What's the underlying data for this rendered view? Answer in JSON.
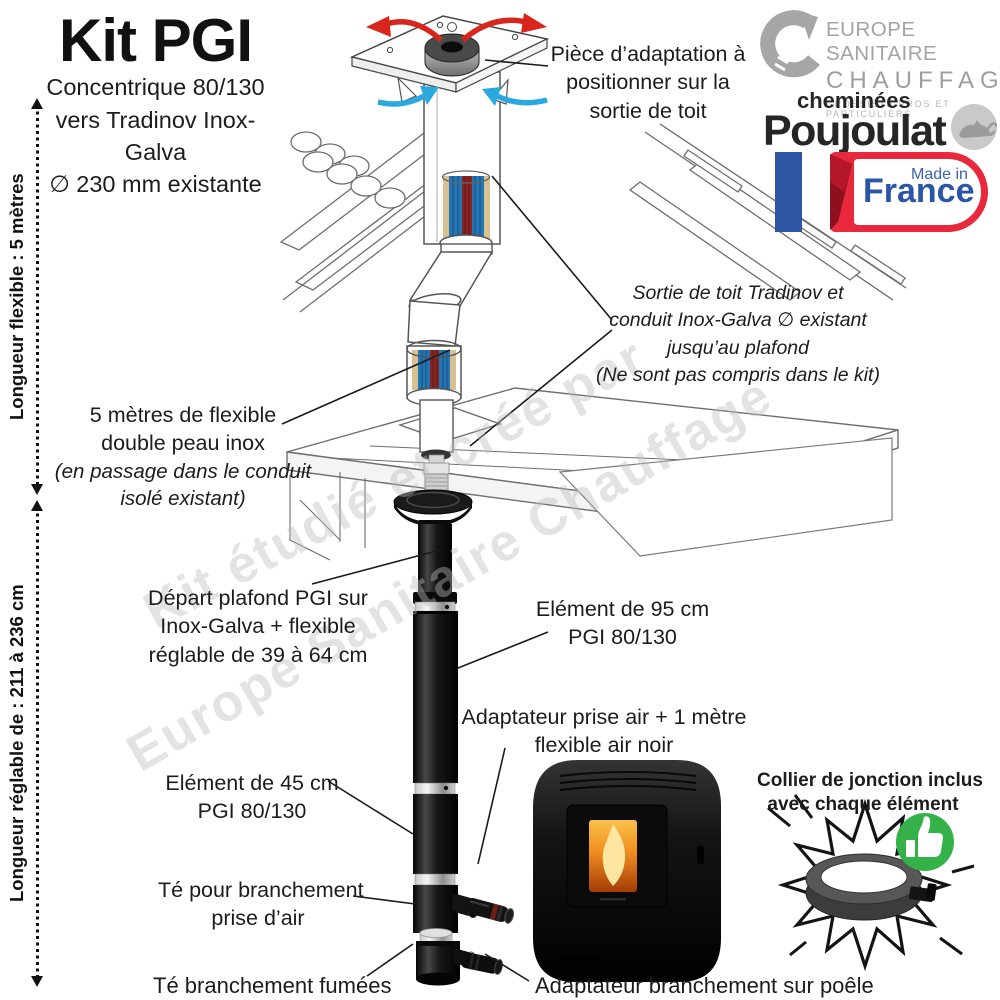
{
  "title": {
    "main": "Kit PGI",
    "sub1": "Concentrique 80/130",
    "sub2": "vers Tradinov Inox-Galva",
    "sub3": "∅ 230 mm existante"
  },
  "dimensions": {
    "flexible": "Longueur flexible : 5 mètres",
    "reglable": "Longueur réglable de : 211 à 236 cm"
  },
  "logos": {
    "esc": {
      "l1": "EUROPE SANITAIRE",
      "l2": "CHAUFFAGE",
      "l3": "GROSSISTE PROS ET PARTICULIERS"
    },
    "poujoulat": {
      "top": "cheminées",
      "main": "Poujoulat"
    },
    "mif": {
      "l1": "Made in",
      "l2": "France"
    }
  },
  "annotations": {
    "piece_adaptation": {
      "l1": "Pièce d’adaptation à",
      "l2": "positionner sur la",
      "l3": "sortie de toit"
    },
    "sortie_toit": {
      "l1": "Sortie de toit Tradinov et",
      "l2": "conduit Inox-Galva ∅ existant",
      "l3": "jusqu’au plafond",
      "l4": "(Ne sont pas compris dans le kit)"
    },
    "flexible5m": {
      "l1": "5 mètres de flexible",
      "l2": "double peau inox",
      "l3": "(en passage dans le conduit",
      "l4": "isolé existant)"
    },
    "depart_plafond": {
      "l1": "Départ plafond PGI sur",
      "l2": "Inox-Galva + flexible",
      "l3": "réglable de 39 à 64 cm"
    },
    "element95": {
      "l1": "Elément de 95 cm",
      "l2": "PGI 80/130"
    },
    "adaptateur_air": {
      "l1": "Adaptateur prise air + 1 mètre",
      "l2": "flexible air noir"
    },
    "element45": {
      "l1": "Elément de 45 cm",
      "l2": "PGI 80/130"
    },
    "te_air": {
      "l1": "Té pour branchement",
      "l2": "prise d’air"
    },
    "te_fumees": {
      "l1": "Té branchement fumées"
    },
    "adaptateur_poele": {
      "l1": "Adaptateur branchement sur poêle"
    },
    "collier": {
      "l1": "Collier de jonction inclus",
      "l2": "avec chaque élément"
    }
  },
  "watermark": {
    "l1": "Kit étudié et créé par",
    "l2": "Europe Sanitaire Chauffage"
  },
  "colors": {
    "rotation_arrow_red": "#d9261c",
    "air_arrow_blue": "#2aa9e1",
    "thumbs_up_green": "#35b14a",
    "mif_blue": "#2b55a7",
    "mif_red": "#e8283b",
    "flex_blue": "#2276b5",
    "flex_red": "#8a221d",
    "flex_beige": "#d8c193"
  }
}
